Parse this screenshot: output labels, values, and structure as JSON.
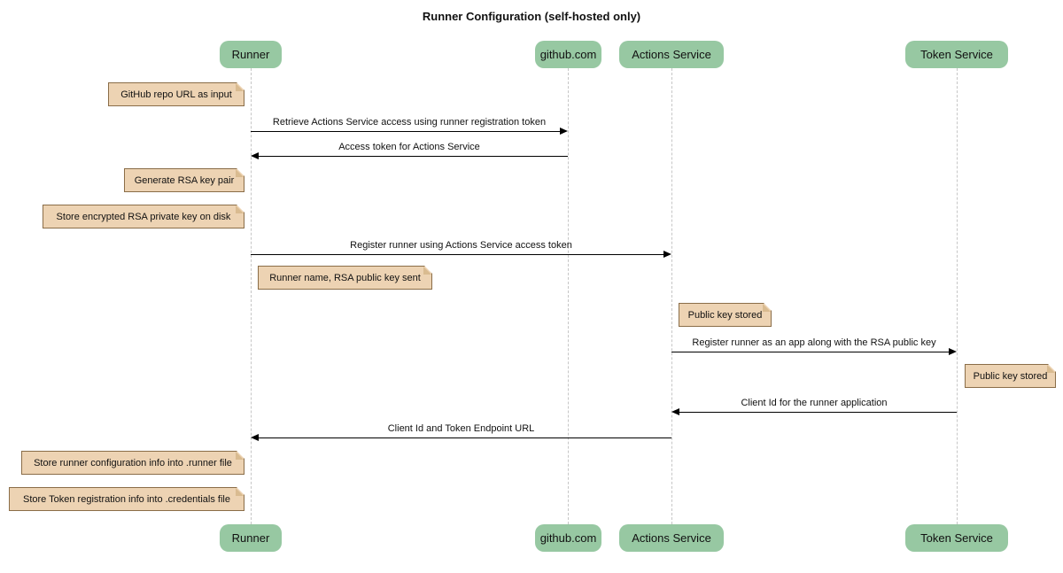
{
  "title": "Runner Configuration (self-hosted only)",
  "actors": [
    {
      "label": "Runner"
    },
    {
      "label": "github.com"
    },
    {
      "label": "Actions Service"
    },
    {
      "label": "Token Service"
    }
  ],
  "messages": [
    {
      "text": "Retrieve Actions Service access using runner registration token",
      "from": "Runner",
      "to": "github.com"
    },
    {
      "text": "Access token for Actions Service",
      "from": "github.com",
      "to": "Runner"
    },
    {
      "text": "Register runner using Actions Service access token",
      "from": "Runner",
      "to": "Actions Service"
    },
    {
      "text": "Register runner as an app along with the RSA public key",
      "from": "Actions Service",
      "to": "Token Service"
    },
    {
      "text": "Client Id for the runner application",
      "from": "Token Service",
      "to": "Actions Service"
    },
    {
      "text": "Client Id and Token Endpoint URL",
      "from": "Actions Service",
      "to": "Runner"
    }
  ],
  "notes": [
    {
      "text": "GitHub repo URL as input",
      "anchor": "Runner"
    },
    {
      "text": "Generate RSA key pair",
      "anchor": "Runner"
    },
    {
      "text": "Store encrypted RSA private key on disk",
      "anchor": "Runner"
    },
    {
      "text": "Runner name, RSA public key sent",
      "anchor": "Runner"
    },
    {
      "text": "Public key stored",
      "anchor": "Actions Service"
    },
    {
      "text": "Public key stored",
      "anchor": "Token Service"
    },
    {
      "text": "Store runner configuration info into .runner file",
      "anchor": "Runner"
    },
    {
      "text": "Store Token registration info into .credentials file",
      "anchor": "Runner"
    }
  ],
  "colors": {
    "actor_fill": "#97c8a2",
    "note_fill": "#edd3b3",
    "note_border": "#8a6d48",
    "note_fold": "#d9bb90",
    "lifeline": "#c6c6c6",
    "arrow": "#000000"
  }
}
